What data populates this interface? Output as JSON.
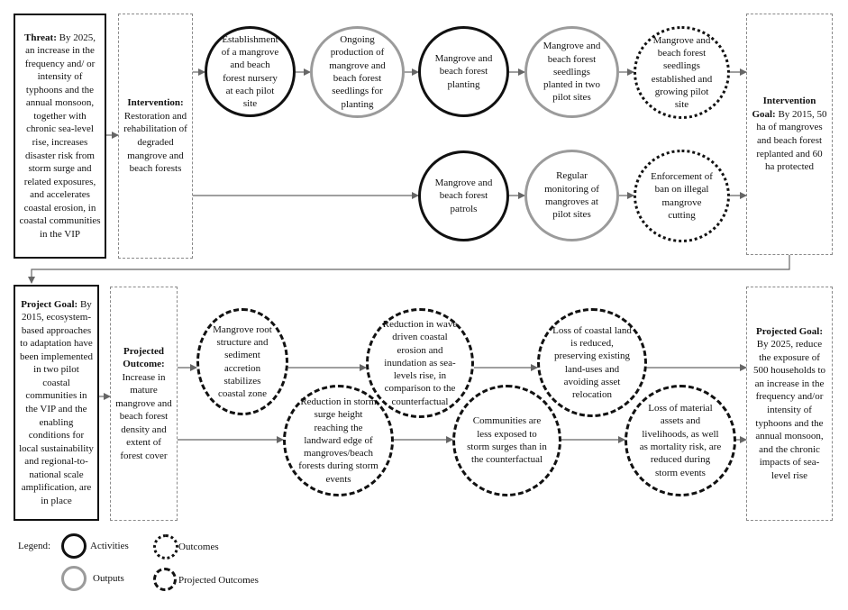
{
  "threat": {
    "heading": "Threat:",
    "text": "By 2025, an increase in the frequency and/ or intensity of typhoons and the annual monsoon, together with chronic sea-level rise, increases disaster risk from storm surge and related exposures, and accelerates coastal erosion, in coastal communities in the VIP"
  },
  "intervention": {
    "heading": "Intervention:",
    "text": "Restoration and rehabilitation of degraded mangrove and beach forests"
  },
  "row1": [
    {
      "kind": "activity",
      "text": "Establishment of a mangrove and beach forest nursery at each pilot site"
    },
    {
      "kind": "output",
      "text": "Ongoing production of mangrove and beach forest seedlings for planting"
    },
    {
      "kind": "activity",
      "text": "Mangrove and beach forest planting"
    },
    {
      "kind": "output",
      "text": "Mangrove and beach forest seedlings planted in two pilot sites"
    },
    {
      "kind": "outcome",
      "text": "Mangrove and beach forest seedlings established and growing pilot site"
    }
  ],
  "row2": [
    {
      "kind": "activity",
      "text": "Mangrove and beach forest patrols"
    },
    {
      "kind": "output",
      "text": "Regular monitoring of mangroves at pilot sites"
    },
    {
      "kind": "outcome",
      "text": "Enforcement of ban on illegal mangrove cutting"
    }
  ],
  "intervention_goal": {
    "heading": "Intervention Goal:",
    "text": "By 2015, 50 ha of mangroves and beach forest replanted and 60 ha protected"
  },
  "project_goal": {
    "heading": "Project Goal:",
    "text": "By 2015, ecosystem-based approaches to adaptation have been implemented in two pilot coastal communities in the VIP and the enabling conditions for local sustainability and regional-to-national scale amplification, are in place"
  },
  "projected_outcome": {
    "heading": "Projected Outcome:",
    "text": "Increase in mature mangrove and beach forest density and extent of forest cover"
  },
  "projected_circles": {
    "a1": "Mangrove root structure and sediment accretion stabilizes coastal zone",
    "a2": "Reduction in wave driven coastal erosion and inundation as sea-levels rise, in comparison to the counterfactual",
    "a3": "Loss of coastal land is reduced, preserving existing land-uses and avoiding asset relocation",
    "b1": "Reduction in storm surge height reaching the landward edge of mangroves/beach forests during storm events",
    "b2": "Communities are less exposed to storm surges than in the counterfactual",
    "b3": "Loss of material assets and livelihoods, as well as mortality risk, are reduced during storm events"
  },
  "projected_goal": {
    "heading": "Projected Goal:",
    "text": "By 2025, reduce the exposure of 500 households to an increase in the frequency and/or intensity of typhoons and the annual monsoon, and the chronic impacts of sea-level rise"
  },
  "legend": {
    "title": "Legend:",
    "activities": "Activities",
    "outputs": "Outputs",
    "outcomes": "Outcomes",
    "projected_outcomes": "Projected Outcomes"
  }
}
